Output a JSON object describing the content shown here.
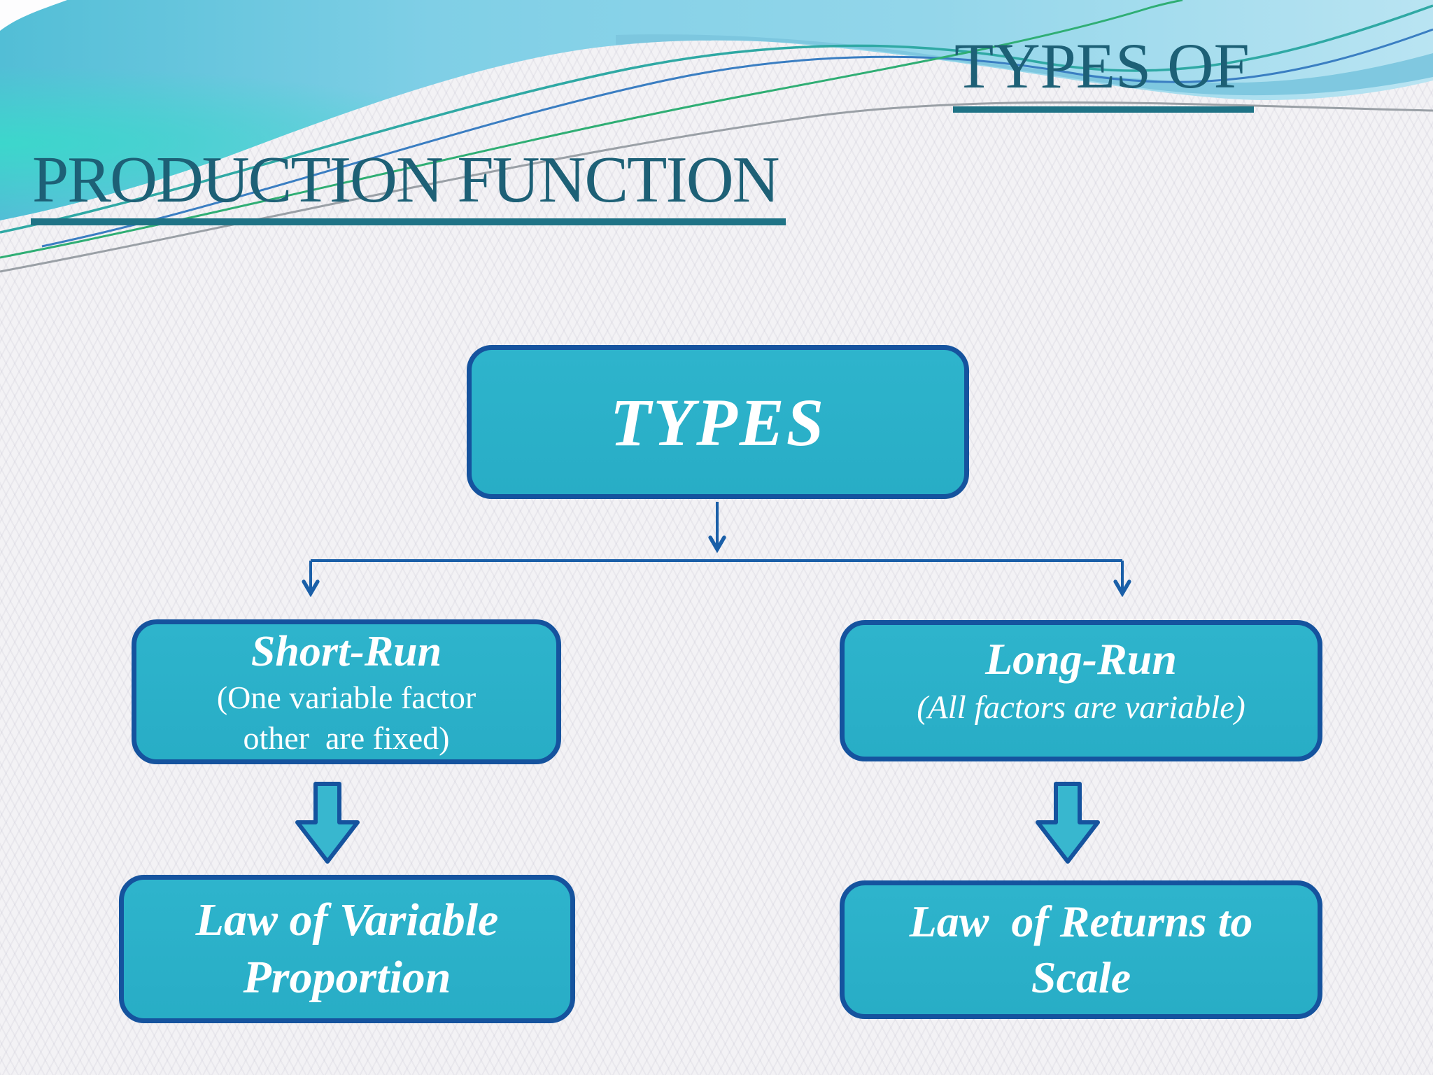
{
  "title": {
    "line1": "TYPES OF",
    "line2": "PRODUCTION FUNCTION"
  },
  "flowchart": {
    "root_label": "TYPES",
    "short_run": {
      "title": "Short-Run",
      "detail1": "(One variable factor",
      "detail2": "other  are fixed)"
    },
    "long_run": {
      "title": "Long-Run",
      "detail1": "(All factors are variable)"
    },
    "law_variable": {
      "line1": "Law of Variable",
      "line2": "Proportion"
    },
    "law_returns": {
      "line1": "Law  of Returns to",
      "line2": "Scale"
    }
  },
  "colors": {
    "node_fill": "#2cb2ca",
    "node_border": "#15539e",
    "node_text": "#ffffff",
    "connector": "#1a5fa8",
    "block_arrow_fill": "#38b7cf",
    "title_text": "#1d6076",
    "title_underline": "#1f7386",
    "header_blue": "#7fcfe6",
    "header_band": "#7cc6de",
    "header_turquoise": "#3bd8cb"
  }
}
